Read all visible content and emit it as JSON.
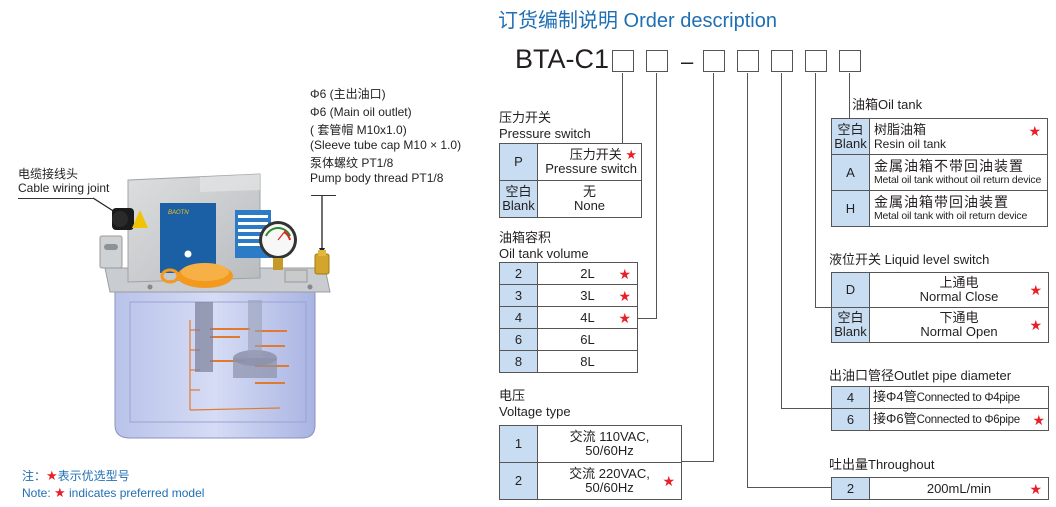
{
  "title": "订货编制说明 Order description",
  "model_prefix": "BTA-C1",
  "model_separator": "–",
  "callouts": {
    "cable": [
      "电缆接线头",
      "Cable wiring joint"
    ],
    "outlet": [
      "Φ6 (主出油口)",
      "Φ6 (Main oil outlet)",
      "( 套管帽 M10x1.0)",
      "(Sleeve tube cap M10 × 1.0)",
      "泵体螺纹 PT1/8",
      "Pump body thread PT1/8"
    ]
  },
  "note": {
    "zh_prefix": "注：",
    "zh_text": "表示优选型号",
    "en_prefix": "Note: ",
    "en_text": "indicates preferred model",
    "star": "★"
  },
  "star_color": "#e8202a",
  "accent_color": "#1f6fb5",
  "code_cell_color": "#c8ddf1",
  "sections": {
    "pressure_switch": {
      "title_zh": "压力开关",
      "title_en": "Pressure switch",
      "rows": [
        {
          "code": "P",
          "zh": "压力开关",
          "en": "Pressure switch",
          "preferred": true
        },
        {
          "code_zh": "空白",
          "code_en": "Blank",
          "zh": "无",
          "en": "None",
          "preferred": false
        }
      ]
    },
    "oil_tank_volume": {
      "title_zh": "油箱容积",
      "title_en": "Oil tank volume",
      "rows": [
        {
          "code": "2",
          "value": "2L",
          "preferred": true
        },
        {
          "code": "3",
          "value": "3L",
          "preferred": true
        },
        {
          "code": "4",
          "value": "4L",
          "preferred": true
        },
        {
          "code": "6",
          "value": "6L",
          "preferred": false
        },
        {
          "code": "8",
          "value": "8L",
          "preferred": false
        }
      ]
    },
    "voltage": {
      "title_zh": "电压",
      "title_en": "Voltage type",
      "rows": [
        {
          "code": "1",
          "line1": "交流 110VAC,",
          "line2": "50/60Hz",
          "preferred": false
        },
        {
          "code": "2",
          "line1": "交流 220VAC,",
          "line2": "50/60Hz",
          "preferred": true
        }
      ]
    },
    "oil_tank": {
      "title": "油箱Oil tank",
      "rows": [
        {
          "code_zh": "空白",
          "code_en": "Blank",
          "zh": "树脂油箱",
          "en": "Resin oil tank",
          "preferred": true
        },
        {
          "code": "A",
          "zh": "金属油箱不带回油装置",
          "en": "Metal oil tank without oil return device",
          "preferred": false
        },
        {
          "code": "H",
          "zh": "金属油箱带回油装置",
          "en": "Metal oil tank with oil return device",
          "preferred": false
        }
      ]
    },
    "liquid_level": {
      "title": "液位开关 Liquid level switch",
      "rows": [
        {
          "code": "D",
          "zh": "上通电",
          "en": "Normal Close",
          "preferred": true
        },
        {
          "code_zh": "空白",
          "code_en": "Blank",
          "zh": "下通电",
          "en": "Normal Open",
          "preferred": true
        }
      ]
    },
    "outlet_pipe": {
      "title": "出油口管径Outlet pipe diameter",
      "rows": [
        {
          "code": "4",
          "zh": "接Φ4管",
          "en": "Connected to Φ4pipe",
          "preferred": false
        },
        {
          "code": "6",
          "zh": "接Φ6管",
          "en": "Connected to Φ6pipe",
          "preferred": true
        }
      ]
    },
    "throughout": {
      "title": "吐出量Throughout",
      "rows": [
        {
          "code": "2",
          "value": "200mL/min",
          "preferred": true
        }
      ]
    }
  },
  "product_labels": {
    "brand": "BAOTN"
  }
}
